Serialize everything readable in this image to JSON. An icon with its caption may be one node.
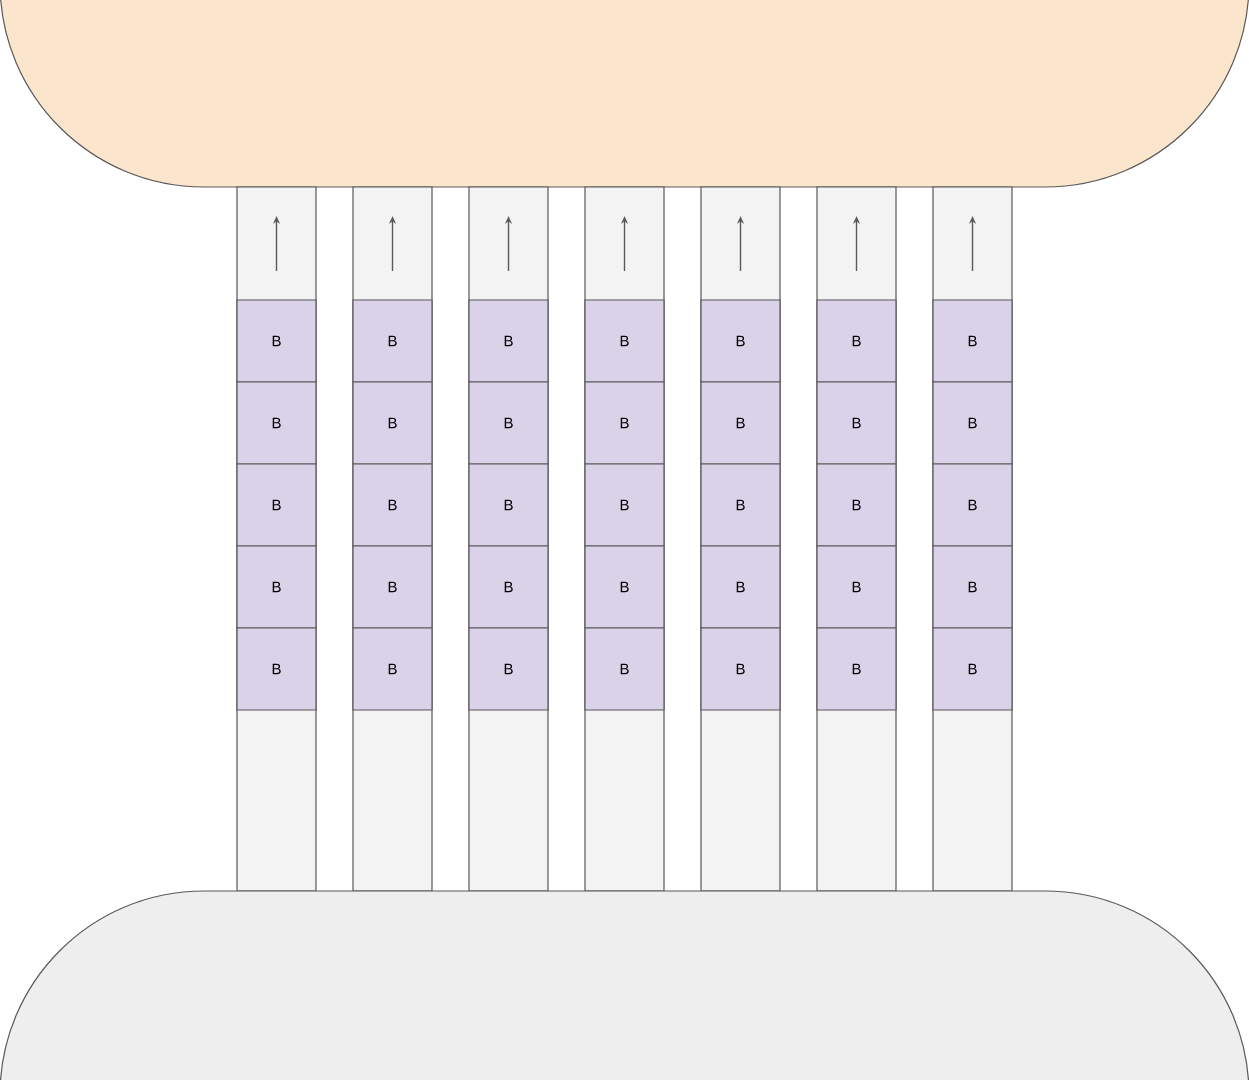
{
  "diagram": {
    "nodes": [
      {
        "text": [],
        "shape": "box"
      },
      {
        "text": [],
        "shape": "bar"
      },
      {
        "text": [
          "B"
        ],
        "in": 1
      },
      {
        "text": [
          "B"
        ],
        "in": 1
      },
      {
        "text": [
          "B"
        ],
        "in": 1
      },
      {
        "text": [
          "B"
        ],
        "in": 1
      },
      {
        "text": [
          "B"
        ],
        "in": 1
      },
      {
        "text": [],
        "shape": "bar"
      },
      {
        "text": [
          "B"
        ],
        "in": 7
      },
      {
        "text": [
          "B"
        ],
        "in": 7
      },
      {
        "text": [
          "B"
        ],
        "in": 7
      },
      {
        "text": [
          "B"
        ],
        "in": 7
      },
      {
        "text": [
          "B"
        ],
        "in": 7
      },
      {
        "text": [],
        "shape": "bar"
      },
      {
        "text": [
          "B"
        ],
        "in": 13
      },
      {
        "text": [
          "B"
        ],
        "in": 13
      },
      {
        "text": [
          "B"
        ],
        "in": 13
      },
      {
        "text": [
          "B"
        ],
        "in": 13
      },
      {
        "text": [
          "B"
        ],
        "in": 13
      },
      {
        "text": [],
        "shape": "bar"
      },
      {
        "text": [
          "B"
        ],
        "in": 19
      },
      {
        "text": [
          "B"
        ],
        "in": 19
      },
      {
        "text": [
          "B"
        ],
        "in": 19
      },
      {
        "text": [
          "B"
        ],
        "in": 19
      },
      {
        "text": [
          "B"
        ],
        "in": 19
      },
      {
        "text": [],
        "shape": "bar"
      },
      {
        "text": [
          "B"
        ],
        "in": 25
      },
      {
        "text": [
          "B"
        ],
        "in": 25
      },
      {
        "text": [
          "B"
        ],
        "in": 25
      },
      {
        "text": [
          "B"
        ],
        "in": 25
      },
      {
        "text": [
          "B"
        ],
        "in": 25
      },
      {
        "text": [],
        "shape": "bar"
      },
      {
        "text": [
          "B"
        ],
        "in": 31
      },
      {
        "text": [
          "B"
        ],
        "in": 31
      },
      {
        "text": [
          "B"
        ],
        "in": 31
      },
      {
        "text": [
          "B"
        ],
        "in": 31
      },
      {
        "text": [
          "B"
        ],
        "in": 31
      },
      {
        "text": [],
        "shape": "bar"
      },
      {
        "text": [
          "B"
        ],
        "in": 37
      },
      {
        "text": [
          "B"
        ],
        "in": 37
      },
      {
        "text": [
          "B"
        ],
        "in": 37
      },
      {
        "text": [
          "B"
        ],
        "in": 37
      },
      {
        "text": [
          "B"
        ],
        "in": 37
      },
      {
        "text": [],
        "shape": "box"
      }
    ]
  }
}
